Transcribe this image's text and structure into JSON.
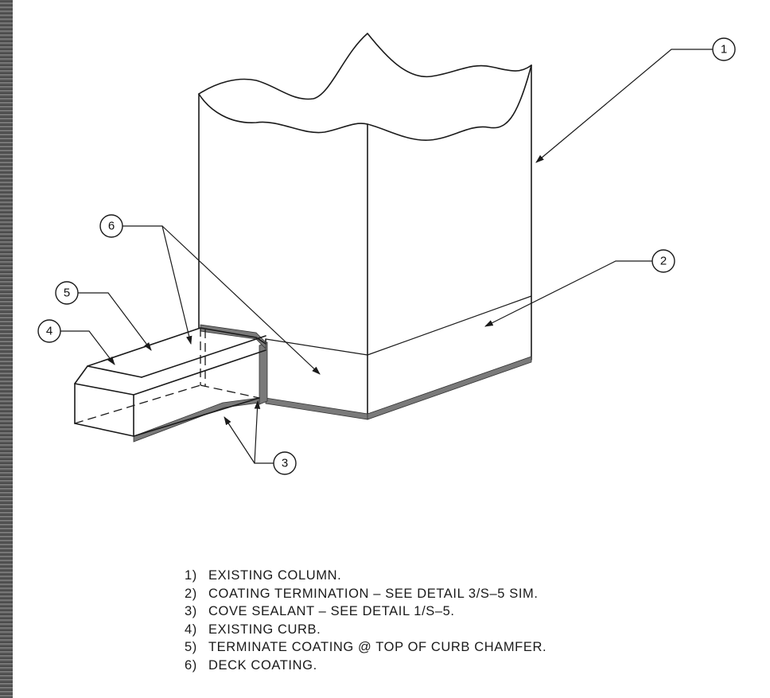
{
  "callouts": [
    "1",
    "2",
    "3",
    "4",
    "5",
    "6"
  ],
  "notes": [
    {
      "num": "1)",
      "text": "EXISTING COLUMN."
    },
    {
      "num": "2)",
      "text": "COATING TERMINATION – SEE DETAIL 3/S–5 SIM."
    },
    {
      "num": "3)",
      "text": "COVE SEALANT – SEE DETAIL 1/S–5."
    },
    {
      "num": "4)",
      "text": "EXISTING CURB."
    },
    {
      "num": "5)",
      "text": "TERMINATE COATING @ TOP OF CURB CHAMFER."
    },
    {
      "num": "6)",
      "text": "DECK COATING."
    }
  ]
}
